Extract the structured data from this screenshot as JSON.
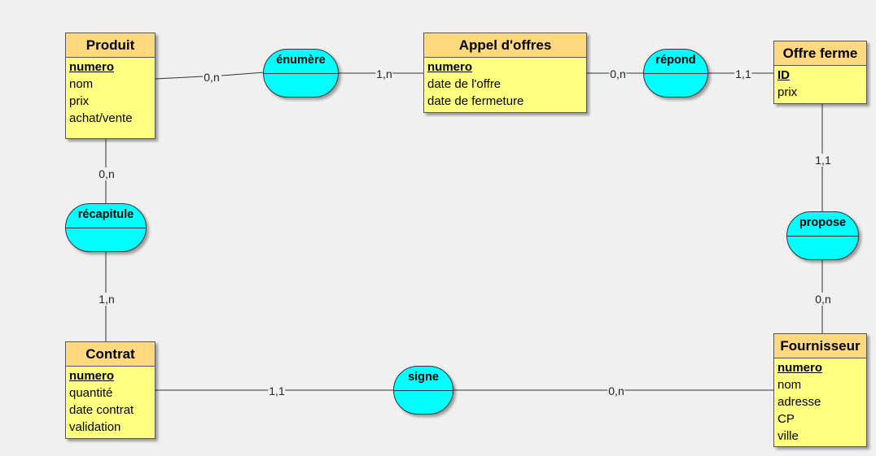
{
  "entities": {
    "produit": {
      "name": "Produit",
      "attributes": [
        "numero",
        "nom",
        "prix",
        "achat/vente"
      ],
      "key": "numero"
    },
    "appel": {
      "name": "Appel d'offres",
      "attributes": [
        "numero",
        "date de l'offre",
        "date de fermeture"
      ],
      "key": "numero"
    },
    "offre": {
      "name": "Offre ferme",
      "attributes": [
        "ID",
        "prix"
      ],
      "key": "ID"
    },
    "contrat": {
      "name": "Contrat",
      "attributes": [
        "numero",
        "quantité",
        "date contrat",
        "validation"
      ],
      "key": "numero"
    },
    "fournisseur": {
      "name": "Fournisseur",
      "attributes": [
        "numero",
        "nom",
        "adresse",
        "CP",
        "ville"
      ],
      "key": "numero"
    }
  },
  "relations": {
    "enumere": {
      "name": "énumère"
    },
    "repond": {
      "name": "répond"
    },
    "recapitule": {
      "name": "récapitule"
    },
    "propose": {
      "name": "propose"
    },
    "signe": {
      "name": "signe"
    }
  },
  "cardinalities": {
    "produit_enumere": "0,n",
    "appel_enumere": "1,n",
    "appel_repond": "0,n",
    "offre_repond": "1,1",
    "produit_recapitule": "0,n",
    "contrat_recapitule": "1,n",
    "offre_propose": "1,1",
    "fournisseur_propose": "0,n",
    "contrat_signe": "1,1",
    "fournisseur_signe": "0,n"
  },
  "colors": {
    "entity_body": "#ffff80",
    "entity_header": "#ffd980",
    "relation_fill": "#00ffff",
    "background": "#f0f0f0"
  }
}
